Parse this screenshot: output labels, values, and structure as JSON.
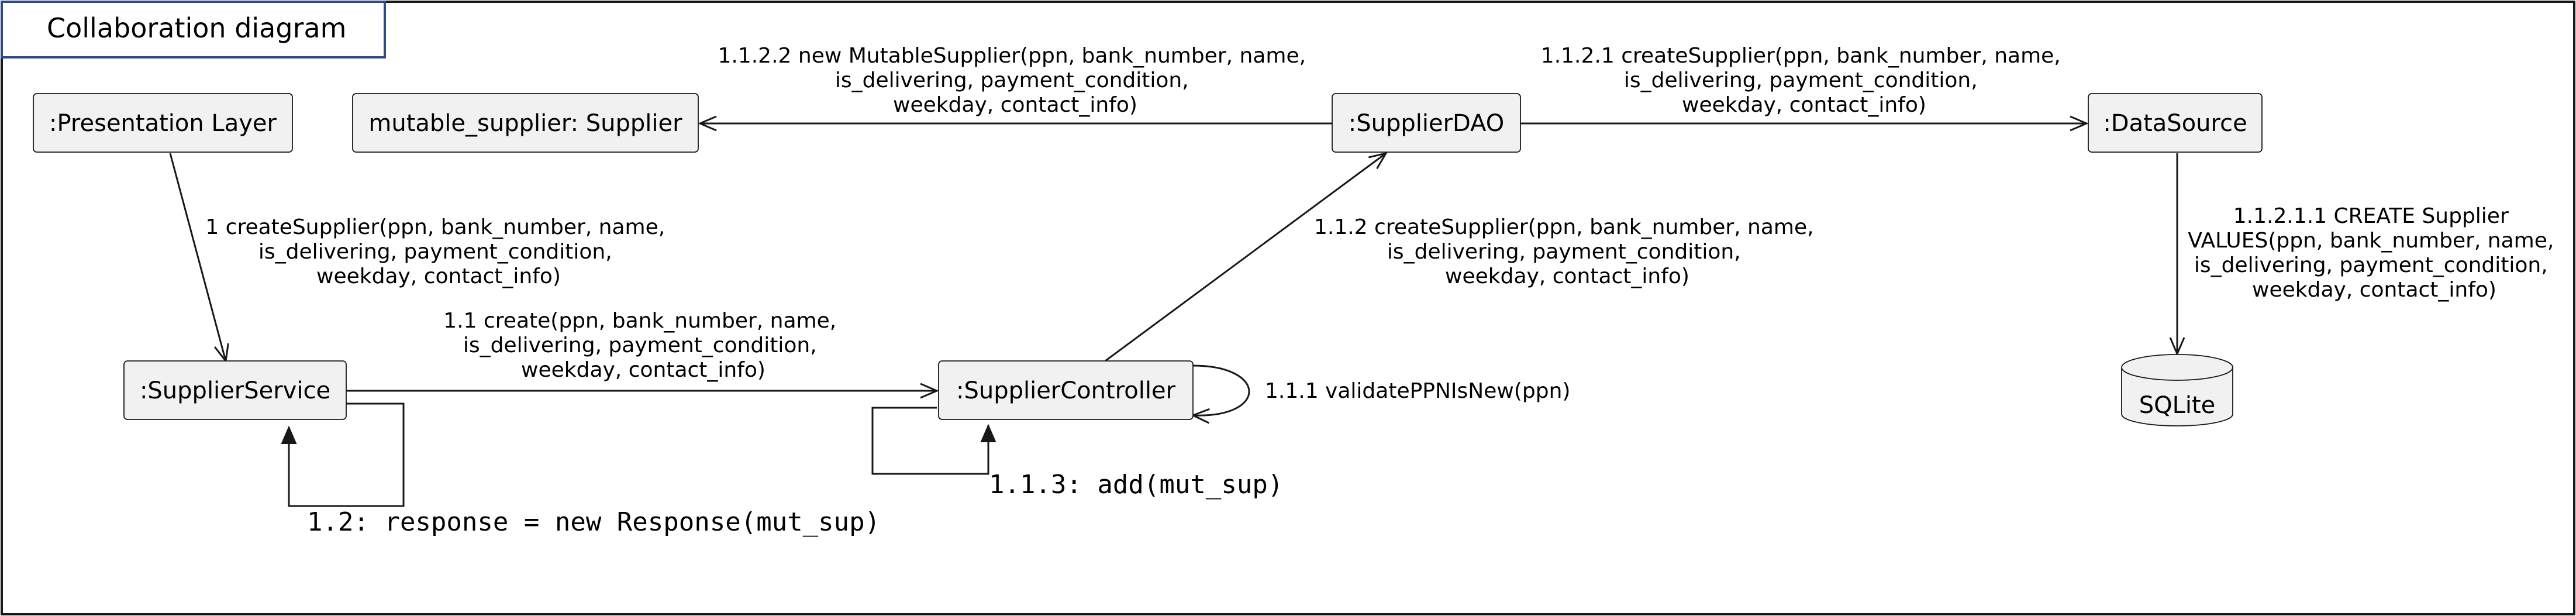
{
  "diagram": {
    "title": "Collaboration diagram",
    "nodes": {
      "presentation": ":Presentation Layer",
      "mutable_supplier": "mutable_supplier: Supplier",
      "supplier_dao": ":SupplierDAO",
      "data_source": ":DataSource",
      "supplier_service": ":SupplierService",
      "supplier_controller": ":SupplierController",
      "sqlite": "SQLite"
    },
    "messages": {
      "m1": [
        "1 createSupplier(ppn, bank_number, name,",
        "is_delivering, payment_condition,",
        "weekday, contact_info)"
      ],
      "m1_1": [
        "1.1 create(ppn, bank_number, name,",
        "is_delivering, payment_condition,",
        "weekday, contact_info)"
      ],
      "m1_1_1": "1.1.1 validatePPNIsNew(ppn)",
      "m1_1_2": [
        "1.1.2 createSupplier(ppn, bank_number, name,",
        "is_delivering, payment_condition,",
        "weekday, contact_info)"
      ],
      "m1_1_2_1": [
        "1.1.2.1 createSupplier(ppn, bank_number, name,",
        "is_delivering, payment_condition,",
        "weekday, contact_info)"
      ],
      "m1_1_2_1_1": [
        "1.1.2.1.1 CREATE Supplier",
        "VALUES(ppn, bank_number, name,",
        "is_delivering, payment_condition,",
        "weekday, contact_info)"
      ],
      "m1_1_2_2": [
        "1.1.2.2 new MutableSupplier(ppn, bank_number, name,",
        "is_delivering, payment_condition,",
        "weekday, contact_info)"
      ],
      "m1_1_3": "1.1.3: add(mut_sup)",
      "m1_2": "1.2: response = new Response(mut_sup)"
    }
  }
}
